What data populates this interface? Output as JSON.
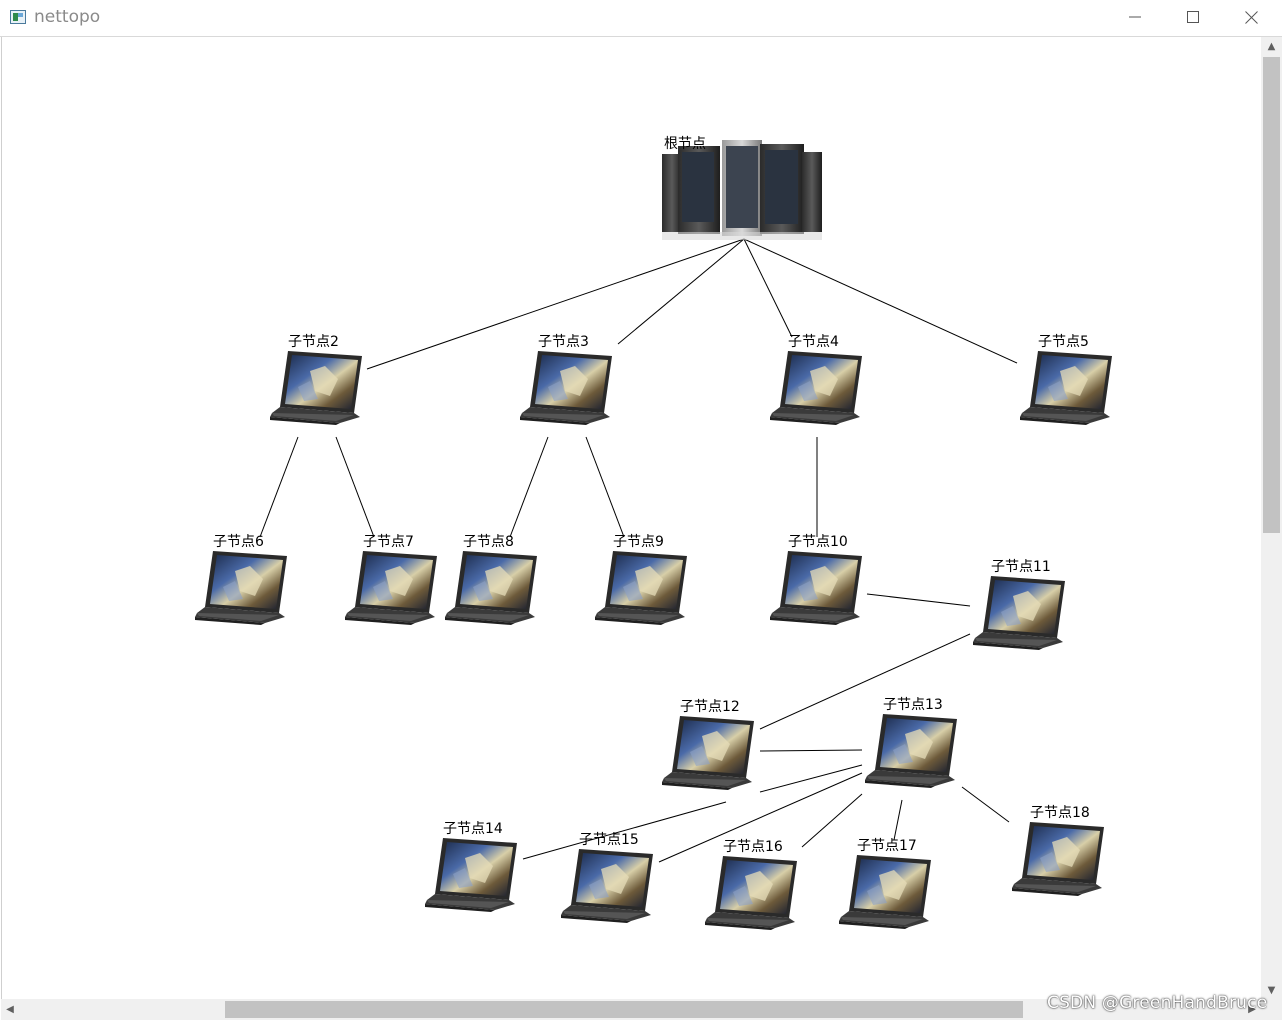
{
  "window": {
    "title": "nettopo"
  },
  "controls": {
    "minimize_icon": "minimize-icon",
    "maximize_icon": "maximize-icon",
    "close_icon": "close-icon"
  },
  "diagram": {
    "nodes": [
      {
        "id": "root",
        "label": "根节点",
        "type": "server"
      },
      {
        "id": "n2",
        "label": "子节点2",
        "type": "laptop"
      },
      {
        "id": "n3",
        "label": "子节点3",
        "type": "laptop"
      },
      {
        "id": "n4",
        "label": "子节点4",
        "type": "laptop"
      },
      {
        "id": "n5",
        "label": "子节点5",
        "type": "laptop"
      },
      {
        "id": "n6",
        "label": "子节点6",
        "type": "laptop"
      },
      {
        "id": "n7",
        "label": "子节点7",
        "type": "laptop"
      },
      {
        "id": "n8",
        "label": "子节点8",
        "type": "laptop"
      },
      {
        "id": "n9",
        "label": "子节点9",
        "type": "laptop"
      },
      {
        "id": "n10",
        "label": "子节点10",
        "type": "laptop"
      },
      {
        "id": "n11",
        "label": "子节点11",
        "type": "laptop"
      },
      {
        "id": "n12",
        "label": "子节点12",
        "type": "laptop"
      },
      {
        "id": "n13",
        "label": "子节点13",
        "type": "laptop"
      },
      {
        "id": "n14",
        "label": "子节点14",
        "type": "laptop"
      },
      {
        "id": "n15",
        "label": "子节点15",
        "type": "laptop"
      },
      {
        "id": "n16",
        "label": "子节点16",
        "type": "laptop"
      },
      {
        "id": "n17",
        "label": "子节点17",
        "type": "laptop"
      },
      {
        "id": "n18",
        "label": "子节点18",
        "type": "laptop"
      }
    ],
    "edges": [
      [
        "root",
        "n2"
      ],
      [
        "root",
        "n3"
      ],
      [
        "root",
        "n4"
      ],
      [
        "root",
        "n5"
      ],
      [
        "n2",
        "n6"
      ],
      [
        "n2",
        "n7"
      ],
      [
        "n3",
        "n8"
      ],
      [
        "n3",
        "n9"
      ],
      [
        "n4",
        "n10"
      ],
      [
        "n10",
        "n11"
      ],
      [
        "n11",
        "n12"
      ],
      [
        "n12",
        "n13"
      ],
      [
        "n13",
        "n14"
      ],
      [
        "n13",
        "n15"
      ],
      [
        "n13",
        "n16"
      ],
      [
        "n13",
        "n17"
      ],
      [
        "n13",
        "n18"
      ]
    ]
  },
  "watermark": {
    "text": "CSDN @GreenHandBruce"
  }
}
